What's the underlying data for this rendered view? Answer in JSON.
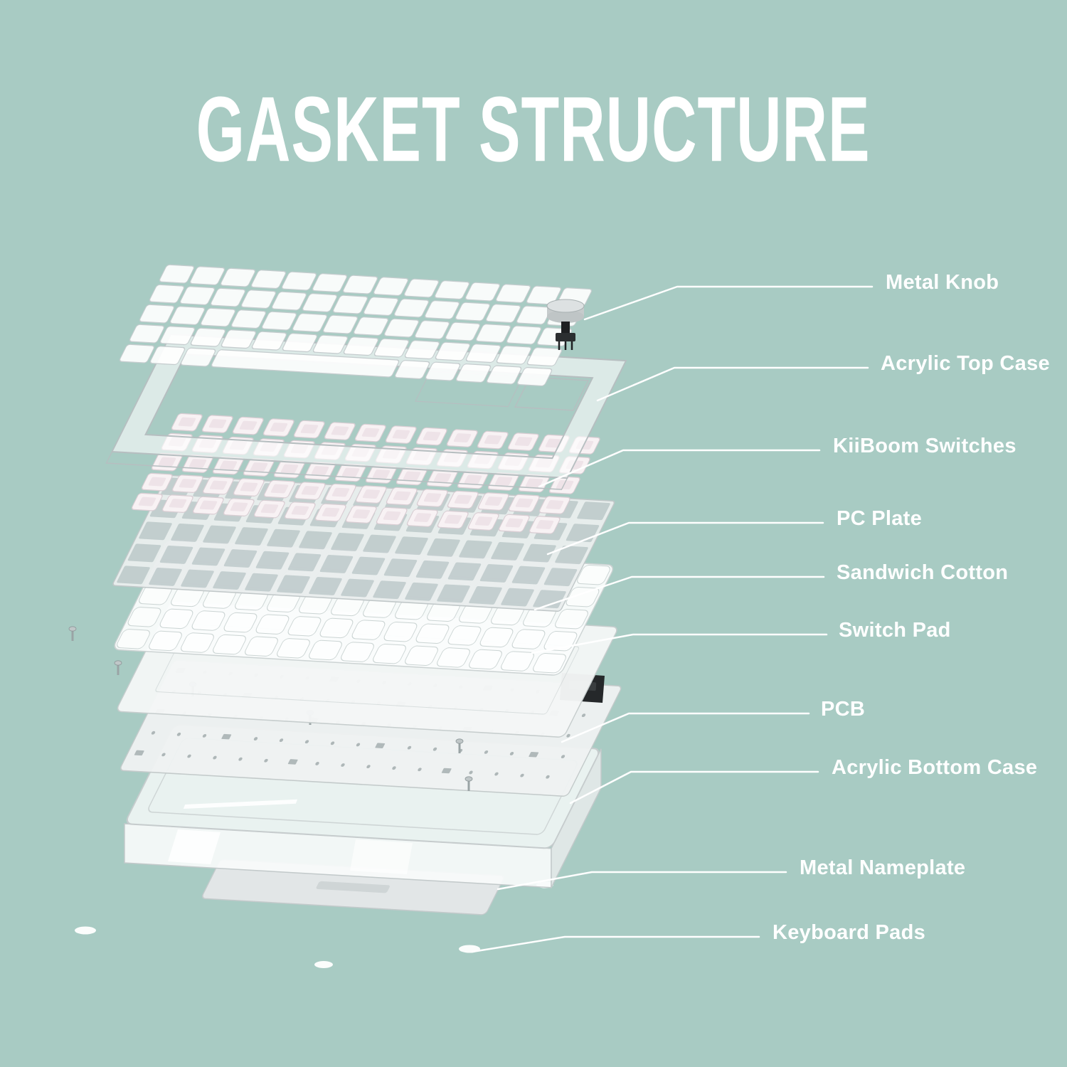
{
  "title": "GASKET STRUCTURE",
  "colors": {
    "background": "#a8cbc3",
    "text": "#ffffff",
    "line": "#ffffff"
  },
  "callouts": [
    {
      "label": "Metal Knob"
    },
    {
      "label": "Acrylic Top Case"
    },
    {
      "label": "KiiBoom Switches"
    },
    {
      "label": "PC Plate"
    },
    {
      "label": "Sandwich Cotton"
    },
    {
      "label": "Switch Pad"
    },
    {
      "label": "PCB"
    },
    {
      "label": "Acrylic Bottom Case"
    },
    {
      "label": "Metal Nameplate"
    },
    {
      "label": "Keyboard Pads"
    }
  ]
}
